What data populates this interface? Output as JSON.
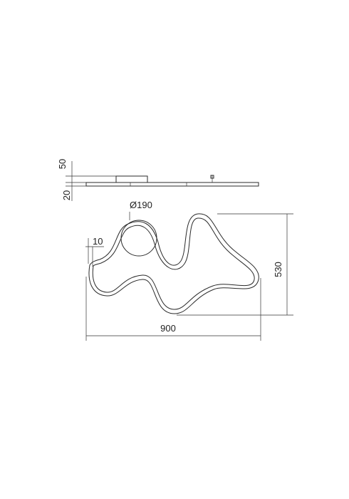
{
  "dimensions": {
    "side_height_top": "50",
    "side_height_bottom": "20",
    "diameter": "Ø190",
    "tube_width": "10",
    "overall_width": "900",
    "overall_depth": "530"
  }
}
